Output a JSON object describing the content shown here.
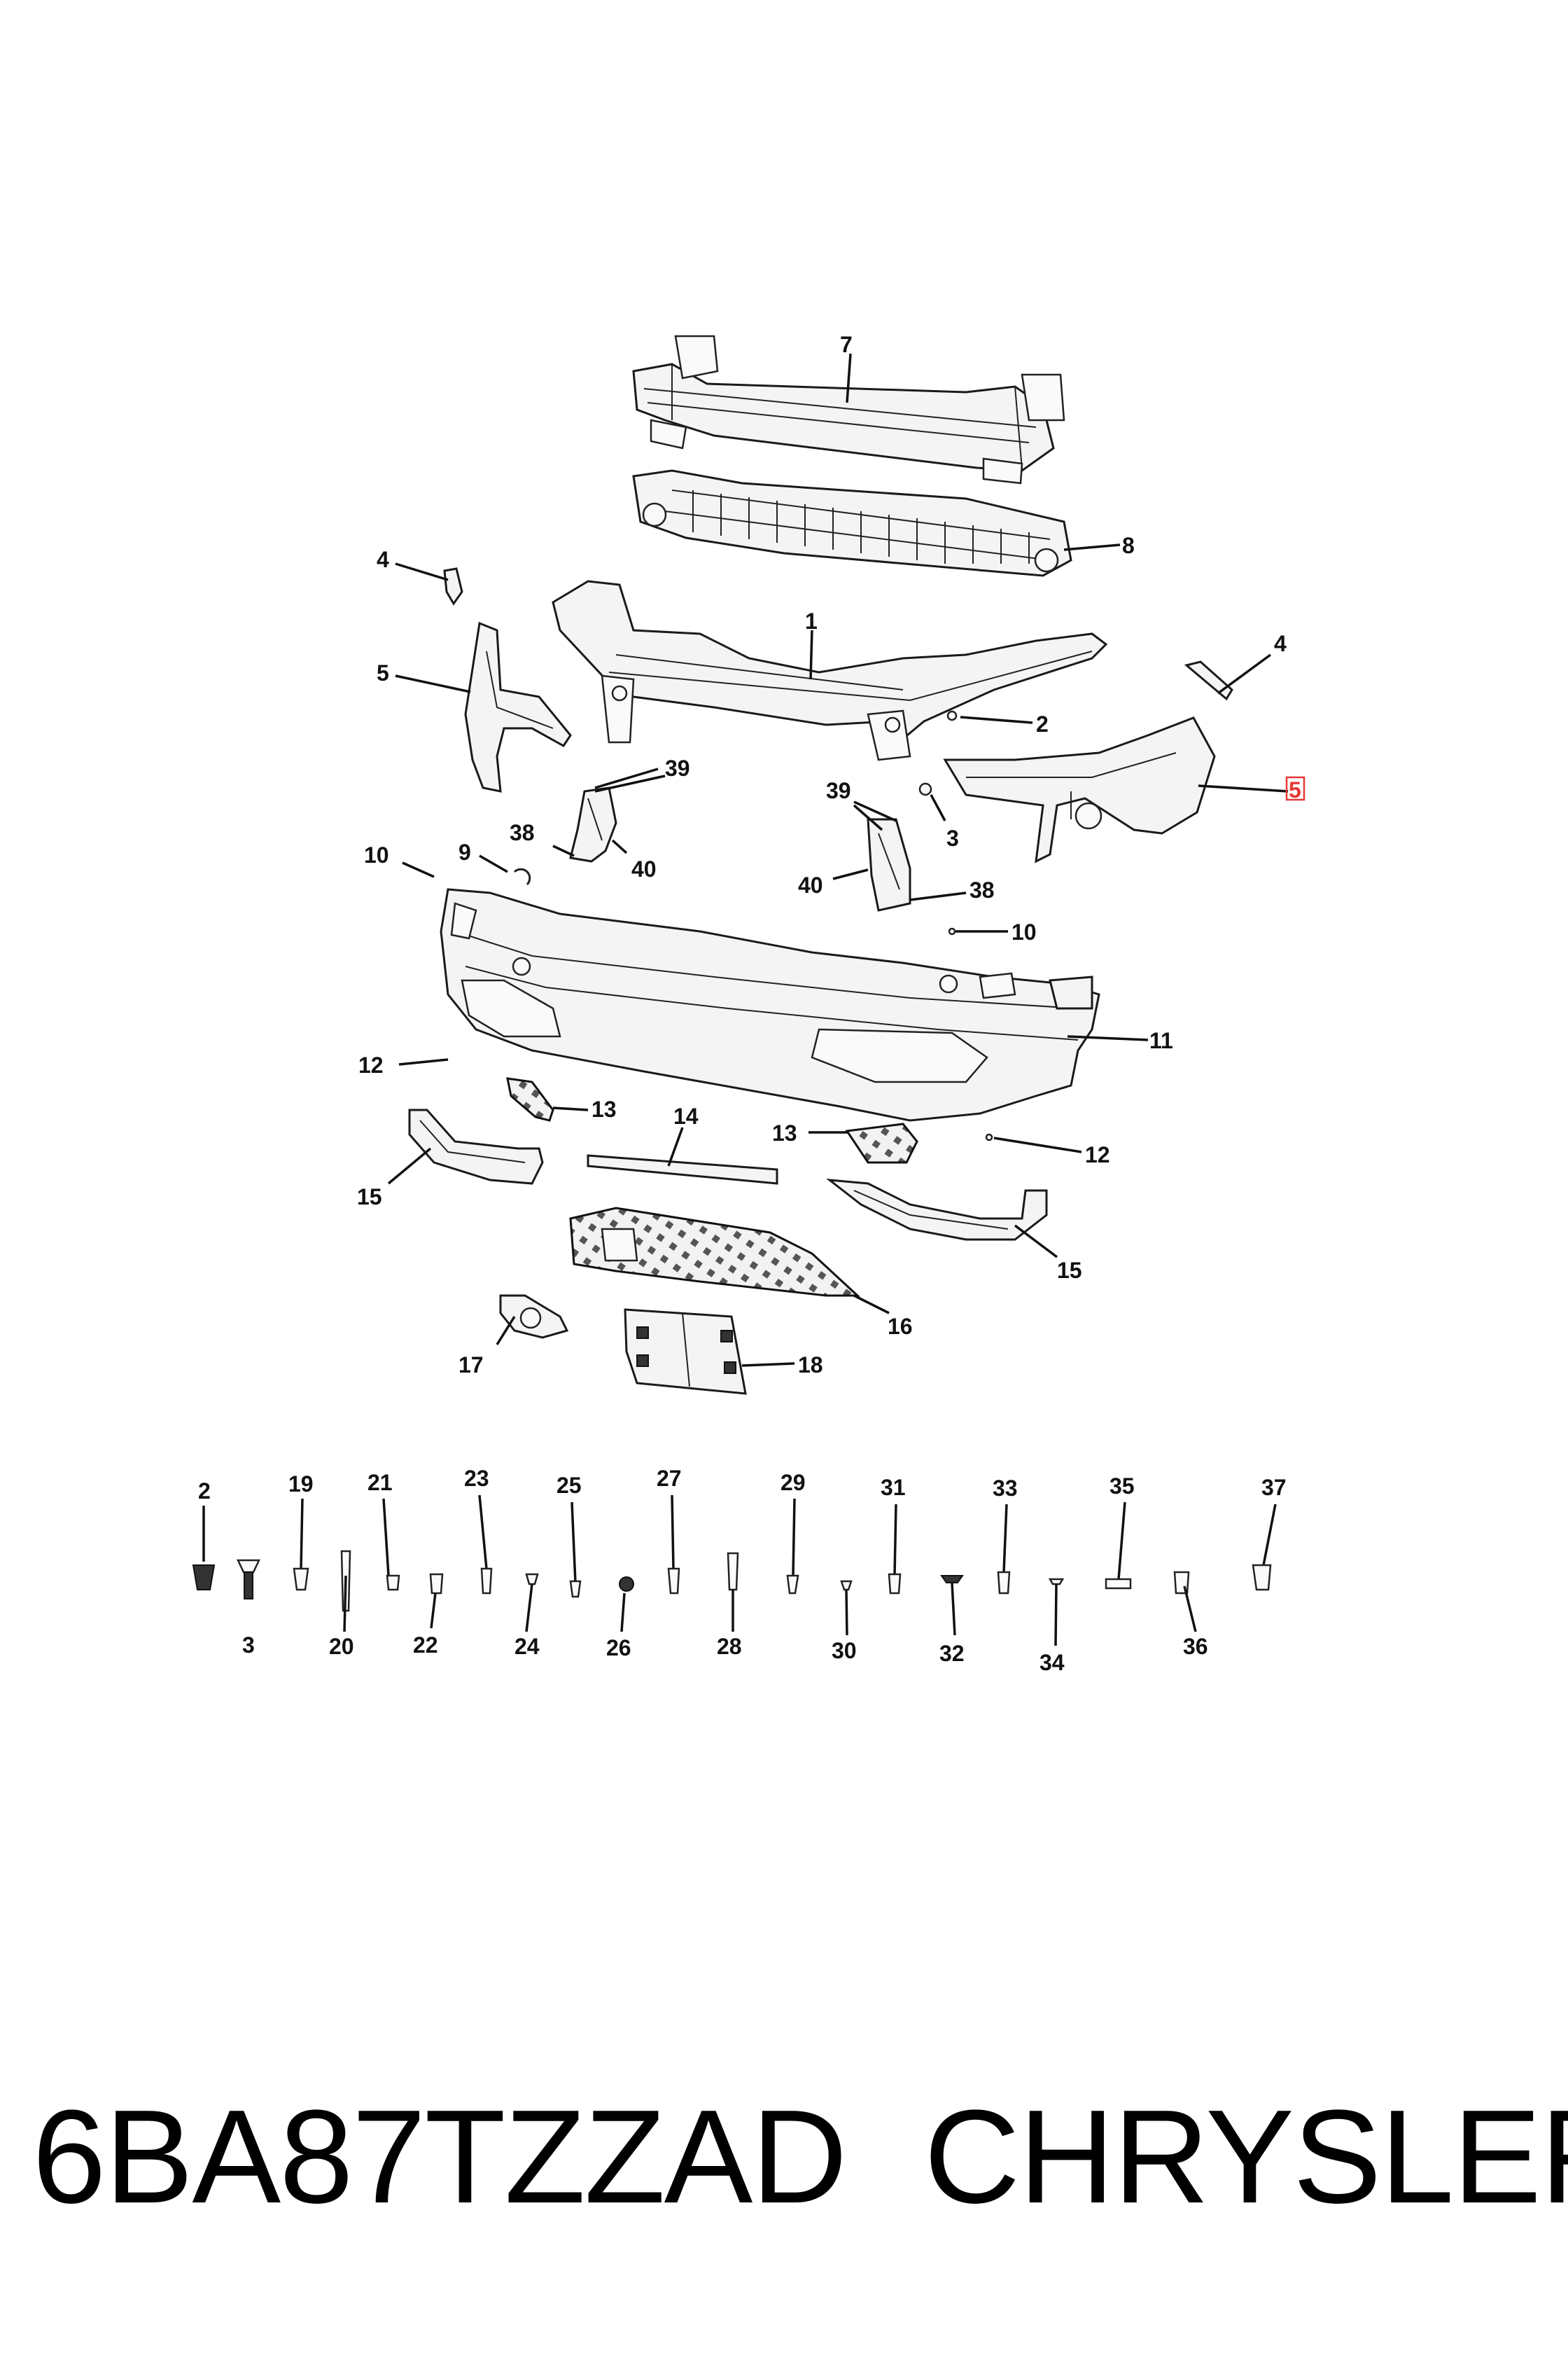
{
  "callouts": {
    "c1": "1",
    "c2a": "2",
    "c3a": "3",
    "c4l": "4",
    "c4r": "4",
    "c5l": "5",
    "c5r": "5",
    "c7": "7",
    "c8": "8",
    "c9": "9",
    "c10l": "10",
    "c10r": "10",
    "c11": "11",
    "c12l": "12",
    "c12r": "12",
    "c13l": "13",
    "c13r": "13",
    "c14": "14",
    "c15l": "15",
    "c15r": "15",
    "c16": "16",
    "c17": "17",
    "c18": "18",
    "c38l": "38",
    "c38r": "38",
    "c39l": "39",
    "c39r": "39",
    "c40l": "40",
    "c40r": "40"
  },
  "fasteners": {
    "f2": "2",
    "f3": "3",
    "f19": "19",
    "f20": "20",
    "f21": "21",
    "f22": "22",
    "f23": "23",
    "f24": "24",
    "f25": "25",
    "f26": "26",
    "f27": "27",
    "f28": "28",
    "f29": "29",
    "f30": "30",
    "f31": "31",
    "f32": "32",
    "f33": "33",
    "f34": "34",
    "f35": "35",
    "f36": "36",
    "f37": "37"
  },
  "footer": {
    "part_number": "6BA87TZZAD",
    "brand": "CHRYSLER"
  },
  "colors": {
    "highlight": "#e53935",
    "line": "#111111"
  }
}
